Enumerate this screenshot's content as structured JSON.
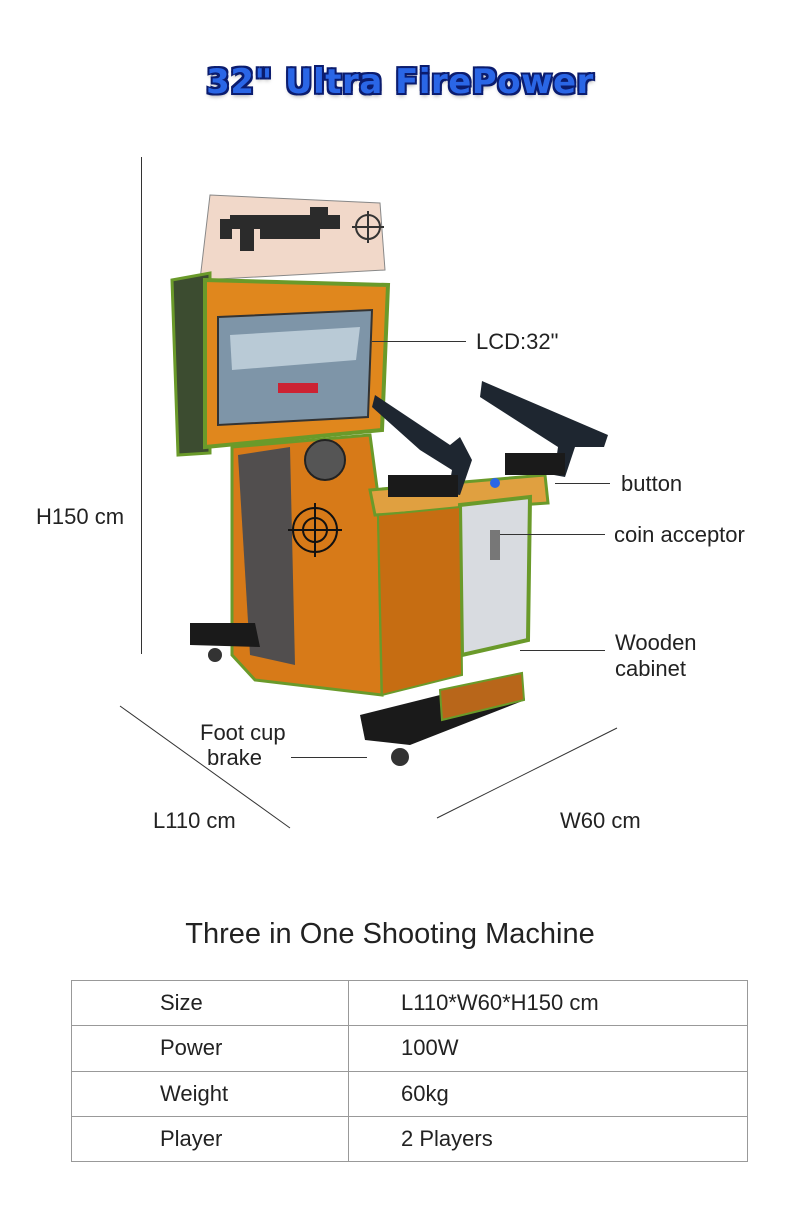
{
  "title": "32\" Ultra FirePower",
  "callouts": {
    "lcd": "LCD:32\"",
    "button": "button",
    "coin_acceptor": "coin acceptor",
    "wooden_cabinet_line1": "Wooden",
    "wooden_cabinet_line2": "cabinet",
    "foot_cup_line1": "Foot cup",
    "foot_cup_line2": "brake"
  },
  "dimensions": {
    "height": "H150 cm",
    "length": "L110 cm",
    "width": "W60 cm"
  },
  "subtitle": "Three in One Shooting Machine",
  "specs": [
    {
      "key": "Size",
      "value": "L110*W60*H150 cm"
    },
    {
      "key": "Power",
      "value": "100W"
    },
    {
      "key": "Weight",
      "value": "60kg"
    },
    {
      "key": "Player",
      "value": "2 Players"
    }
  ],
  "colors": {
    "title": "#2a66e6",
    "title_outline": "#0b1c6e",
    "cabinet_orange": "#e0871d",
    "cabinet_frame_green": "#6a9a2a",
    "door_gray": "#d8dbe0"
  }
}
